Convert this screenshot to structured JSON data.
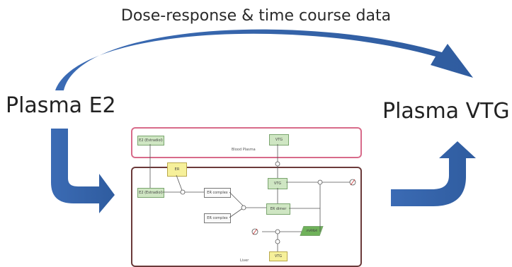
{
  "title": "Dose-response & time course data",
  "left_label": "Plasma E2",
  "right_label": "Plasma VTG",
  "inner": {
    "plasma_box_label": "Blood Plasma",
    "liver_box_label": "Liver",
    "nodes": {
      "e2_plasma": "Ε2 (Estradiol)",
      "e2_liver": "Ε2 (Estradiol)",
      "er": "ER",
      "er_complex_1": "ER complex",
      "er_complex_2": "ER complex",
      "er_dimer": "ER dimer",
      "vtg_plasma": "VTG",
      "vtg_liver": "VTG",
      "vtg_bottom": "VTG",
      "vtg_mrna": "mRNA"
    }
  },
  "colors": {
    "arrow": "#3f6fb8",
    "plasma_border": "#d86b8a",
    "liver_border": "#6b3a3a"
  }
}
